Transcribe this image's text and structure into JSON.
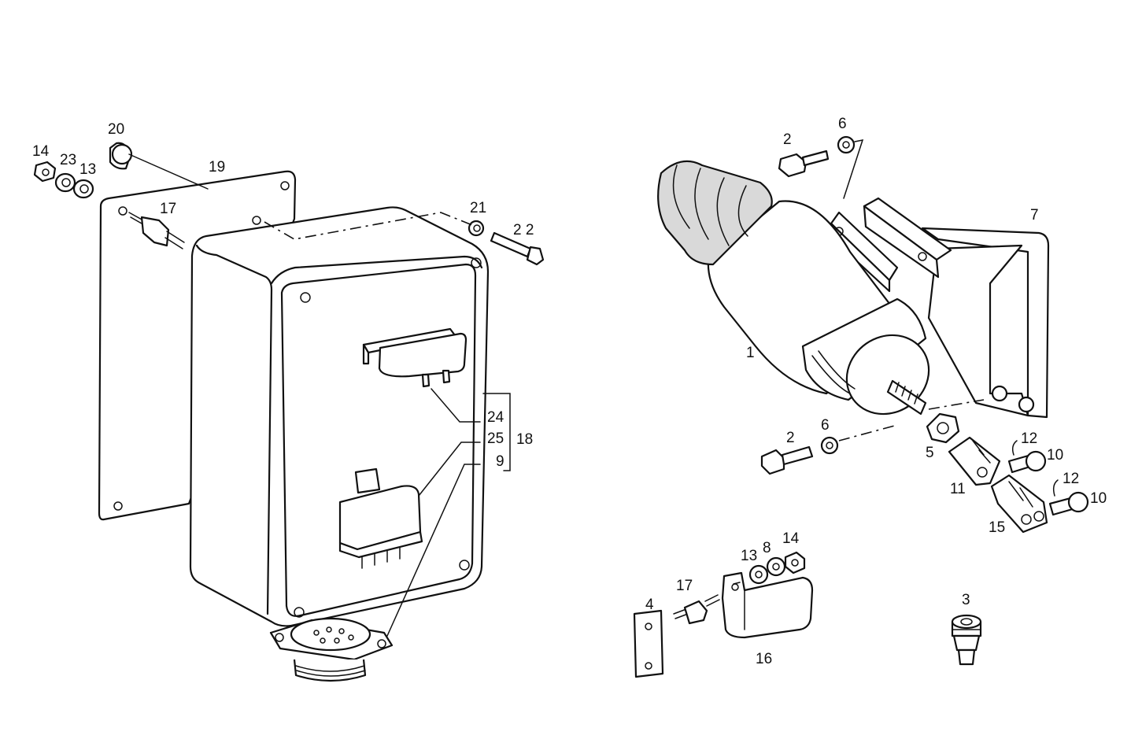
{
  "callouts": {
    "c20": "20",
    "c14a": "14",
    "c23": "23",
    "c13a": "13",
    "c19": "19",
    "c17a": "17",
    "c21": "21",
    "c22": "2 2",
    "c24": "24",
    "c25": "25",
    "c9": "9",
    "c18": "18",
    "c2a": "2",
    "c6a": "6",
    "c7": "7",
    "c1": "1",
    "c2b": "2",
    "c6b": "6",
    "c5": "5",
    "c12a": "12",
    "c10a": "10",
    "c11": "11",
    "c12b": "12",
    "c10b": "10",
    "c15": "15",
    "c13b": "13",
    "c8": "8",
    "c14b": "14",
    "c17b": "17",
    "c4": "4",
    "c16": "16",
    "c3": "3"
  }
}
